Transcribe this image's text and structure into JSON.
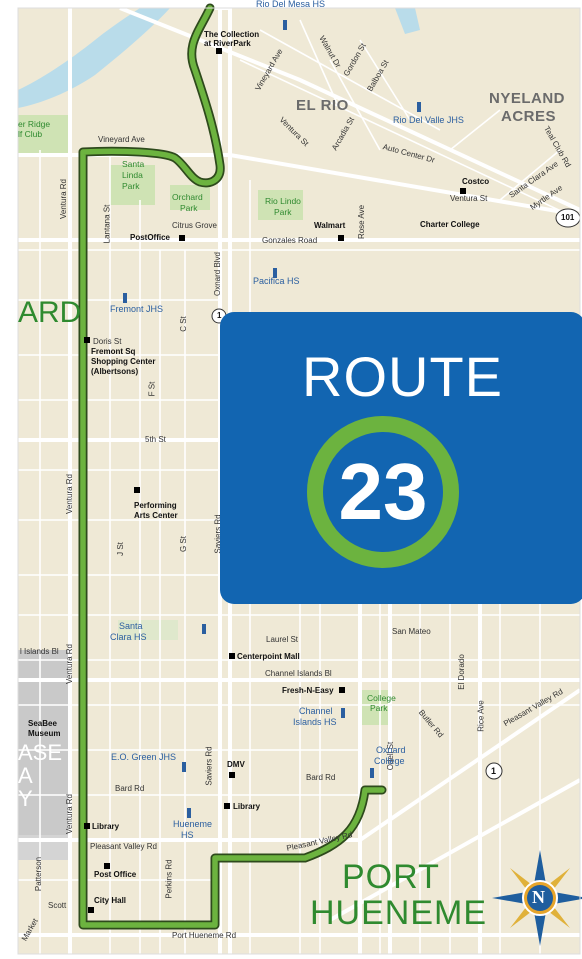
{
  "banner": {
    "title": "ROUTE",
    "number": "23"
  },
  "areas": {
    "el_rio": "EL RIO",
    "nyeland_1": "NYELAND",
    "nyeland_2": "ACRES",
    "oxnard_partial": "ARD",
    "base_partial_1": "ASE",
    "base_partial_2": "A",
    "base_partial_3": "Y",
    "port_hueneme_1": "PORT",
    "port_hueneme_2": "HUENEME"
  },
  "streets": {
    "vineyard_ave_top": "Vineyard Ave",
    "vineyard_ave": "Vineyard Ave",
    "ventura_rd": "Ventura Rd",
    "ventura_rd_2": "Ventura Rd",
    "ventura_rd_3": "Ventura Rd",
    "ventura_rd_4": "Ventura Rd",
    "lantana_st": "Lantana St",
    "citrus_grove": "Citrus Grove",
    "gonzales_road": "Gonzales Road",
    "rose_ave": "Rose Ave",
    "oxnard_blvd": "Oxnard Blvd",
    "c_st": "C St",
    "f_st": "F St",
    "j_st": "J St",
    "g_st": "G St",
    "saviers_rd": "Saviers Rd",
    "saviers_rd_2": "Saviers Rd",
    "doris_st": "Doris St",
    "fifth_st": "5th St",
    "laurel_st": "Laurel St",
    "san_mateo": "San Mateo",
    "channel_islands_bl": "Channel Islands Bl",
    "channel_islands_left": "l Islands Bl",
    "el_dorado": "El Dorado",
    "rice_ave": "Rice Ave",
    "butler_rd": "Butler Rd",
    "pleasant_valley_rd_right": "Pleasant Valley Rd",
    "pleasant_valley_rd": "Pleasant Valley Rd",
    "pleasant_valley_rd_2": "Pleasant Valley Rd",
    "bard_rd": "Bard Rd",
    "bard_rd_2": "Bard Rd",
    "odell_st": "Odell St",
    "perkins_rd": "Perkins Rd",
    "port_hueneme_rd": "Port Hueneme Rd",
    "scott": "Scott",
    "market": "Market",
    "patterson": "Patterson",
    "walnut_dr": "Walnut Dr",
    "ventura_st": "Ventura St",
    "auto_center_dr": "Auto Center Dr",
    "ventura_st_2": "Ventura St",
    "santa_clara_ave": "Santa Clara Ave",
    "myrtle_ave": "Myrtle Ave",
    "teal_club": "Teal Club Rd",
    "arcadia_st": "Arcadia St",
    "balboa_st": "Balboa St",
    "gordon_st": "Gordon St"
  },
  "places": {
    "collection_1": "The Collection",
    "collection_2": "at RiverPark",
    "post_office_1": "PostOffice",
    "walmart": "Walmart",
    "costco": "Costco",
    "charter_college": "Charter College",
    "fremont_sq_1": "Fremont Sq",
    "fremont_sq_2": "Shopping Center",
    "fremont_sq_3": "(Albertsons)",
    "performing_1": "Performing",
    "performing_2": "Arts Center",
    "centerpoint_mall": "Centerpoint Mall",
    "fresh_n_easy": "Fresh-N-Easy",
    "dmv": "DMV",
    "library_1": "Library",
    "library_2": "Library",
    "post_office_2": "Post Office",
    "city_hall": "City Hall",
    "seabee_1": "SeaBee",
    "seabee_2": "Museum",
    "rio_del_mesa": "Rio Del Mesa HS"
  },
  "parks": {
    "river_ridge_1": "er Ridge",
    "river_ridge_2": "lf Club",
    "santa_linda_1": "Santa",
    "santa_linda_2": "Linda",
    "santa_linda_3": "Park",
    "orchard_1": "Orchard",
    "orchard_2": "Park",
    "rio_lindo_1": "Rio Lindo",
    "rio_lindo_2": "Park",
    "college_park_1": "College",
    "college_park_2": "Park"
  },
  "schools": {
    "rio_del_valle": "Rio Del Valle JHS",
    "pacifica": "Pacifica HS",
    "fremont": "Fremont JHS",
    "santa_clara_1": "Santa",
    "santa_clara_2": "Clara HS",
    "channel_islands_1": "Channel",
    "channel_islands_2": "Islands HS",
    "eo_green": "E.O. Green JHS",
    "hueneme_1": "Hueneme",
    "hueneme_2": "HS",
    "oxnard_college_1": "Oxnard",
    "oxnard_college_2": "College"
  },
  "highway_shields": {
    "hwy_101": "101",
    "hwy_1": "1",
    "hwy_1b": "1"
  },
  "compass": {
    "letter": "N"
  },
  "colors": {
    "land": "#efe9d6",
    "road": "#ffffff",
    "major_road": "#fbfaf4",
    "water": "#b9dcea",
    "park": "#cfe3b4",
    "route": "#6cb33f",
    "route_outline": "#2e4a1c",
    "banner": "#1265b1",
    "city_text": "#2f8a2f"
  }
}
